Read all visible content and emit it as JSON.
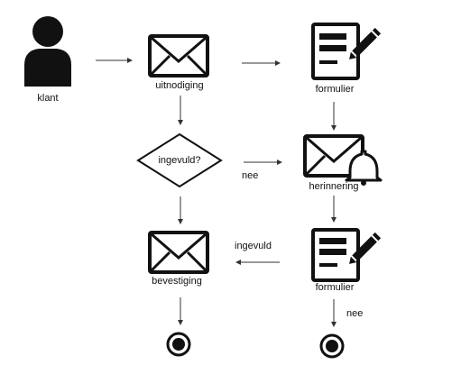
{
  "nodes": {
    "client": {
      "label": "klant",
      "icon": "person-icon"
    },
    "invitation": {
      "label": "uitnodiging",
      "icon": "envelope-icon"
    },
    "form_top": {
      "label": "formulier",
      "icon": "form-pencil-icon"
    },
    "decision": {
      "label": "ingevuld?",
      "shape": "diamond"
    },
    "reminder": {
      "label": "herinnering",
      "icon": "envelope-bell-icon"
    },
    "confirmation": {
      "label": "bevestiging",
      "icon": "envelope-icon"
    },
    "form_bottom": {
      "label": "formulier",
      "icon": "form-pencil-icon"
    },
    "end_left": {
      "icon": "end-state-icon"
    },
    "end_right": {
      "icon": "end-state-icon"
    }
  },
  "edges": {
    "decision_to_reminder": "nee",
    "form_to_confirmation": "ingevuld",
    "form_to_end": "nee"
  }
}
